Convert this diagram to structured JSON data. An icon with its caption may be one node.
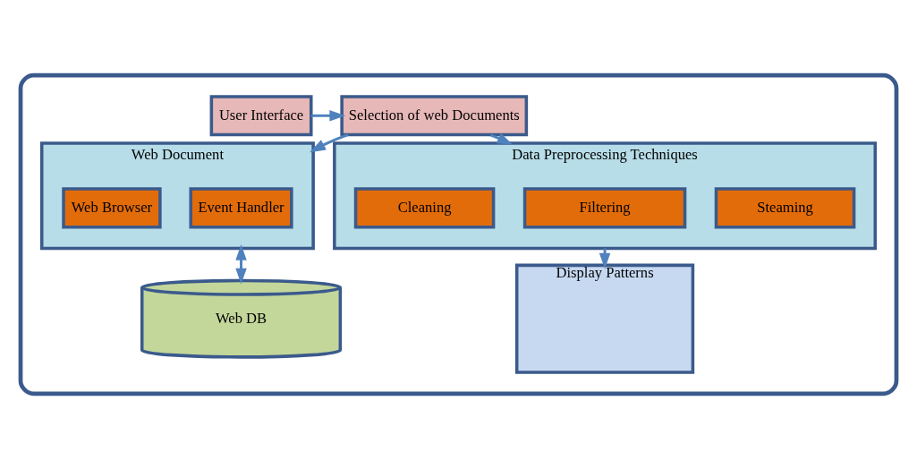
{
  "diagram": {
    "nodes": [
      {
        "text": [],
        "shape": "box"
      },
      {
        "text": [
          "User Interface"
        ],
        "in": 0
      },
      {
        "text": [
          "Selection of web Documents"
        ],
        "in": 0
      },
      {
        "text": [
          "Web Document"
        ],
        "in": 0
      },
      {
        "text": [
          "Web Browser"
        ],
        "in": 3
      },
      {
        "text": [
          "Event Handler"
        ],
        "in": 3
      },
      {
        "text": [
          "Web DB"
        ],
        "in": 0
      },
      {
        "text": [
          "Data Preprocessing Techniques"
        ],
        "in": 0
      },
      {
        "text": [
          "Cleaning"
        ],
        "in": 7
      },
      {
        "text": [
          "Filtering"
        ],
        "in": 7
      },
      {
        "text": [
          "Steaming"
        ],
        "in": 7
      },
      {
        "text": [
          "Display Patterns"
        ],
        "in": 0
      }
    ],
    "edges": [
      {
        "from": 1,
        "to": 2,
        "arrow": "to"
      },
      {
        "from": 2,
        "to": 3,
        "arrow": "to"
      },
      {
        "from": 2,
        "to": 7,
        "arrow": "to"
      },
      {
        "from": 3,
        "to": 6,
        "arrow": "both"
      },
      {
        "from": 7,
        "to": 11,
        "arrow": "to"
      }
    ]
  }
}
